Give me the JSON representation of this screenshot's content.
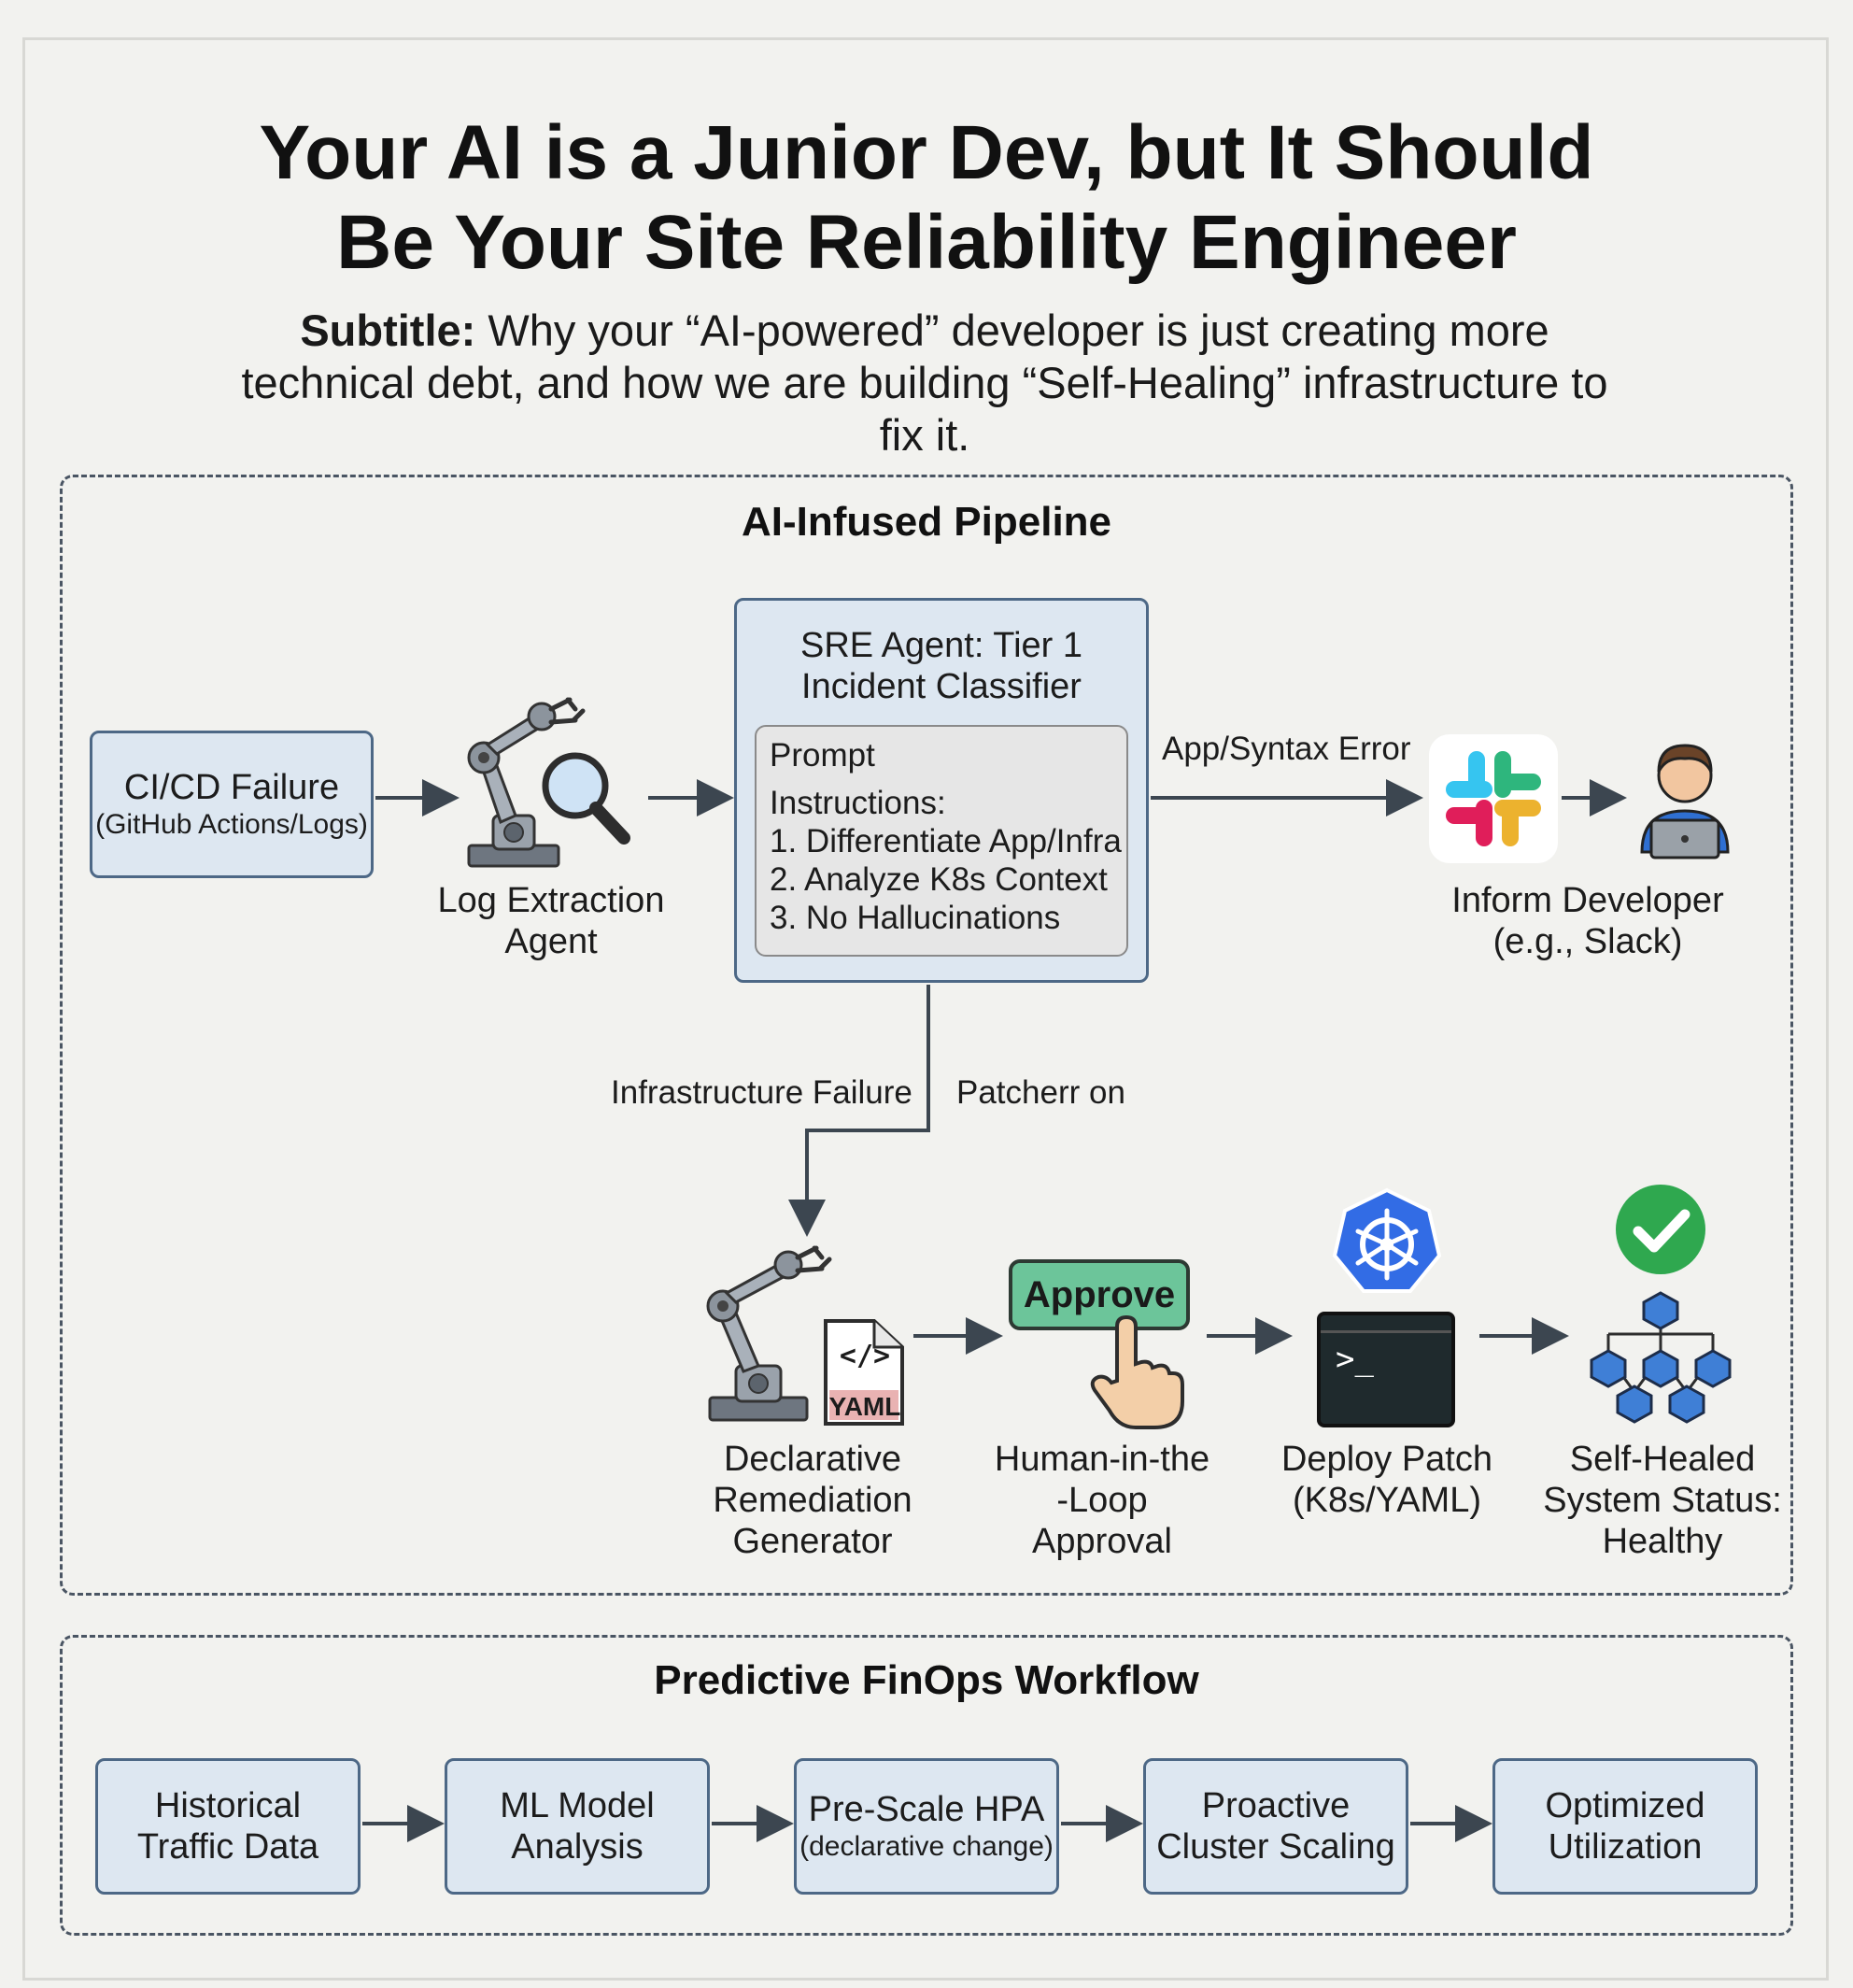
{
  "title": {
    "line1": "Your AI is a Junior Dev, but It Should",
    "line2": "Be Your Site Reliability Engineer"
  },
  "subtitle": {
    "prefix": "Subtitle:",
    "text": "Why your “AI-powered” developer is just creating more technical debt, and how we are building “Self-Healing” infrastructure to fix it."
  },
  "pipeline": {
    "title": "AI-Infused Pipeline",
    "cicd": {
      "line1": "CI/CD Failure",
      "line2": "(GitHub Actions/Logs)"
    },
    "log_agent": {
      "line1": "Log Extraction",
      "line2": "Agent"
    },
    "sre": {
      "line1": "SRE Agent: Tier 1",
      "line2": "Incident Classifier",
      "prompt_title": "Prompt",
      "prompt_label": "Instructions:",
      "instructions": [
        "1. Differentiate App/Infra",
        "2. Analyze K8s Context",
        "3. No Hallucinations"
      ]
    },
    "edge_app": "App/Syntax Error",
    "inform": {
      "line1": "Inform Developer",
      "line2": "(e.g., Slack)"
    },
    "edge_infra": "Infrastructure Failure",
    "edge_patch": "Patcherr on",
    "remediation": {
      "line1": "Declarative",
      "line2": "Remediation",
      "line3": "Generator",
      "file_tag": "YAML",
      "code_glyph": "</>"
    },
    "approval": {
      "button": "Approve",
      "line1": "Human-in-the",
      "line2": "-Loop",
      "line3": "Approval"
    },
    "deploy": {
      "line1": "Deploy Patch",
      "line2": "(K8s/YAML)",
      "prompt_glyph": ">_"
    },
    "healed": {
      "line1": "Self-Healed",
      "line2": "System Status:",
      "line3": "Healthy"
    }
  },
  "finops": {
    "title": "Predictive FinOps Workflow",
    "steps": [
      {
        "line1": "Historical",
        "line2": "Traffic Data"
      },
      {
        "line1": "ML Model",
        "line2": "Analysis"
      },
      {
        "line1": "Pre-Scale HPA",
        "line2": "(declarative change)"
      },
      {
        "line1": "Proactive",
        "line2": "Cluster Scaling"
      },
      {
        "line1": "Optimized",
        "line2": "Utilization"
      }
    ]
  },
  "colors": {
    "box_fill": "#dde7f1",
    "box_border": "#4d6886",
    "arrow": "#3c4650",
    "approve_green": "#6cc59a",
    "k8s_blue": "#326ce5",
    "check_green": "#2fa84f",
    "cube_blue": "#3f7fd6"
  }
}
